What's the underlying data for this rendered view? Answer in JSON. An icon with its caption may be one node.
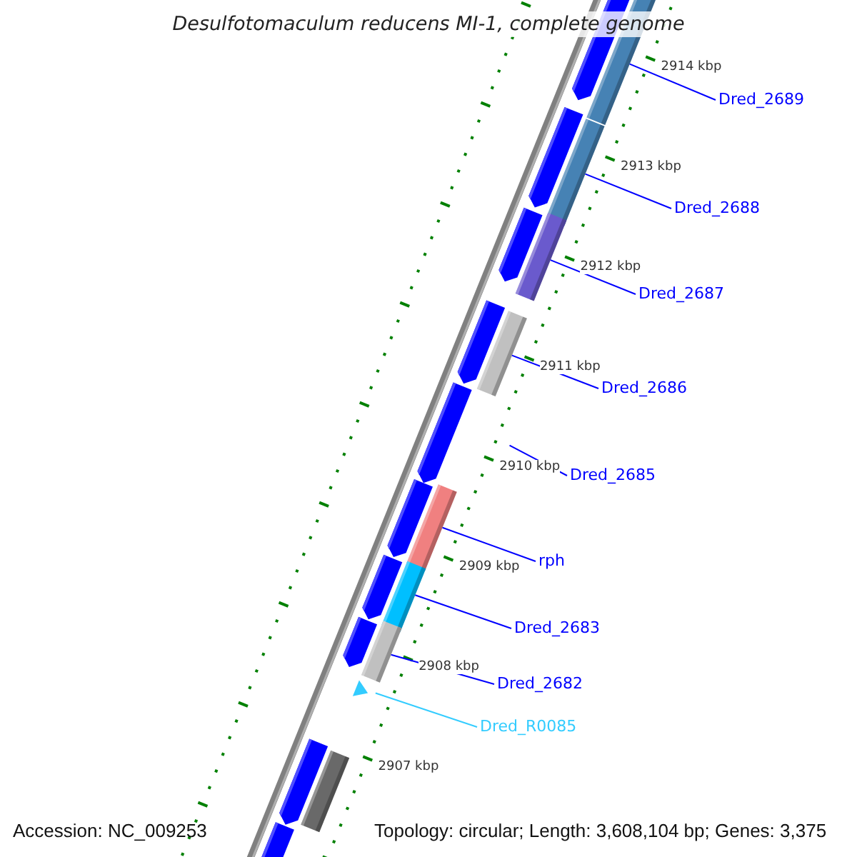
{
  "diagram": {
    "title": "Desulfotomaculum reducens MI-1, complete genome",
    "nodes": [
      {
        "text": [],
        "shape": "bar"
      },
      {
        "text": [
          "Dred_2689"
        ]
      },
      {
        "text": [],
        "shape": "bar"
      },
      {
        "text": [
          "Dred_2688"
        ]
      },
      {
        "text": [],
        "shape": "bar"
      },
      {
        "text": [
          "Dred_2687"
        ]
      },
      {
        "text": [],
        "shape": "bar"
      },
      {
        "text": [
          "Dred_2686"
        ]
      },
      {
        "text": [
          "Dred_2685"
        ]
      },
      {
        "text": [],
        "shape": "bar"
      },
      {
        "text": [
          "rph"
        ]
      },
      {
        "text": [],
        "shape": "bar"
      },
      {
        "text": [
          "Dred_2683"
        ]
      },
      {
        "text": [],
        "shape": "bar"
      },
      {
        "text": [
          "Dred_2682"
        ]
      },
      {
        "text": [],
        "shape": "triangle"
      },
      {
        "text": [
          "Dred_R0085"
        ]
      },
      {
        "text": [],
        "shape": "bar"
      },
      {
        "text": [],
        "shape": "pentagon"
      },
      {
        "text": [],
        "shape": "pentagon"
      },
      {
        "text": [],
        "shape": "pentagon"
      },
      {
        "text": [],
        "shape": "pentagon"
      },
      {
        "text": [],
        "shape": "pentagon"
      },
      {
        "text": [],
        "shape": "pentagon"
      },
      {
        "text": [],
        "shape": "pentagon"
      },
      {
        "text": [],
        "shape": "pentagon"
      },
      {
        "text": [],
        "shape": "pentagon"
      },
      {
        "text": [],
        "shape": "pentagon"
      }
    ],
    "edges": [
      {
        "from": 1,
        "to": 0,
        "arrow": "none"
      },
      {
        "from": 3,
        "to": 2,
        "arrow": "none"
      },
      {
        "from": 5,
        "to": 4,
        "arrow": "none"
      },
      {
        "from": 7,
        "to": 6,
        "arrow": "none"
      },
      {
        "from": 8,
        "to": null,
        "arrow": "none"
      },
      {
        "from": 10,
        "to": 9,
        "arrow": "none"
      },
      {
        "from": 12,
        "to": 11,
        "arrow": "none"
      },
      {
        "from": 14,
        "to": 13,
        "arrow": "none"
      },
      {
        "from": 16,
        "to": 15,
        "arrow": "none",
        "color": "#33ccff"
      }
    ],
    "labels": [
      "2914 kbp",
      "2913 kbp",
      "2912 kbp",
      "2911 kbp",
      "2910 kbp",
      "2909 kbp",
      "2908 kbp",
      "2907 kbp",
      "Accession: NC_009253",
      "Topology: circular; Length: 3,608,104 bp; Genes: 3,375"
    ]
  }
}
